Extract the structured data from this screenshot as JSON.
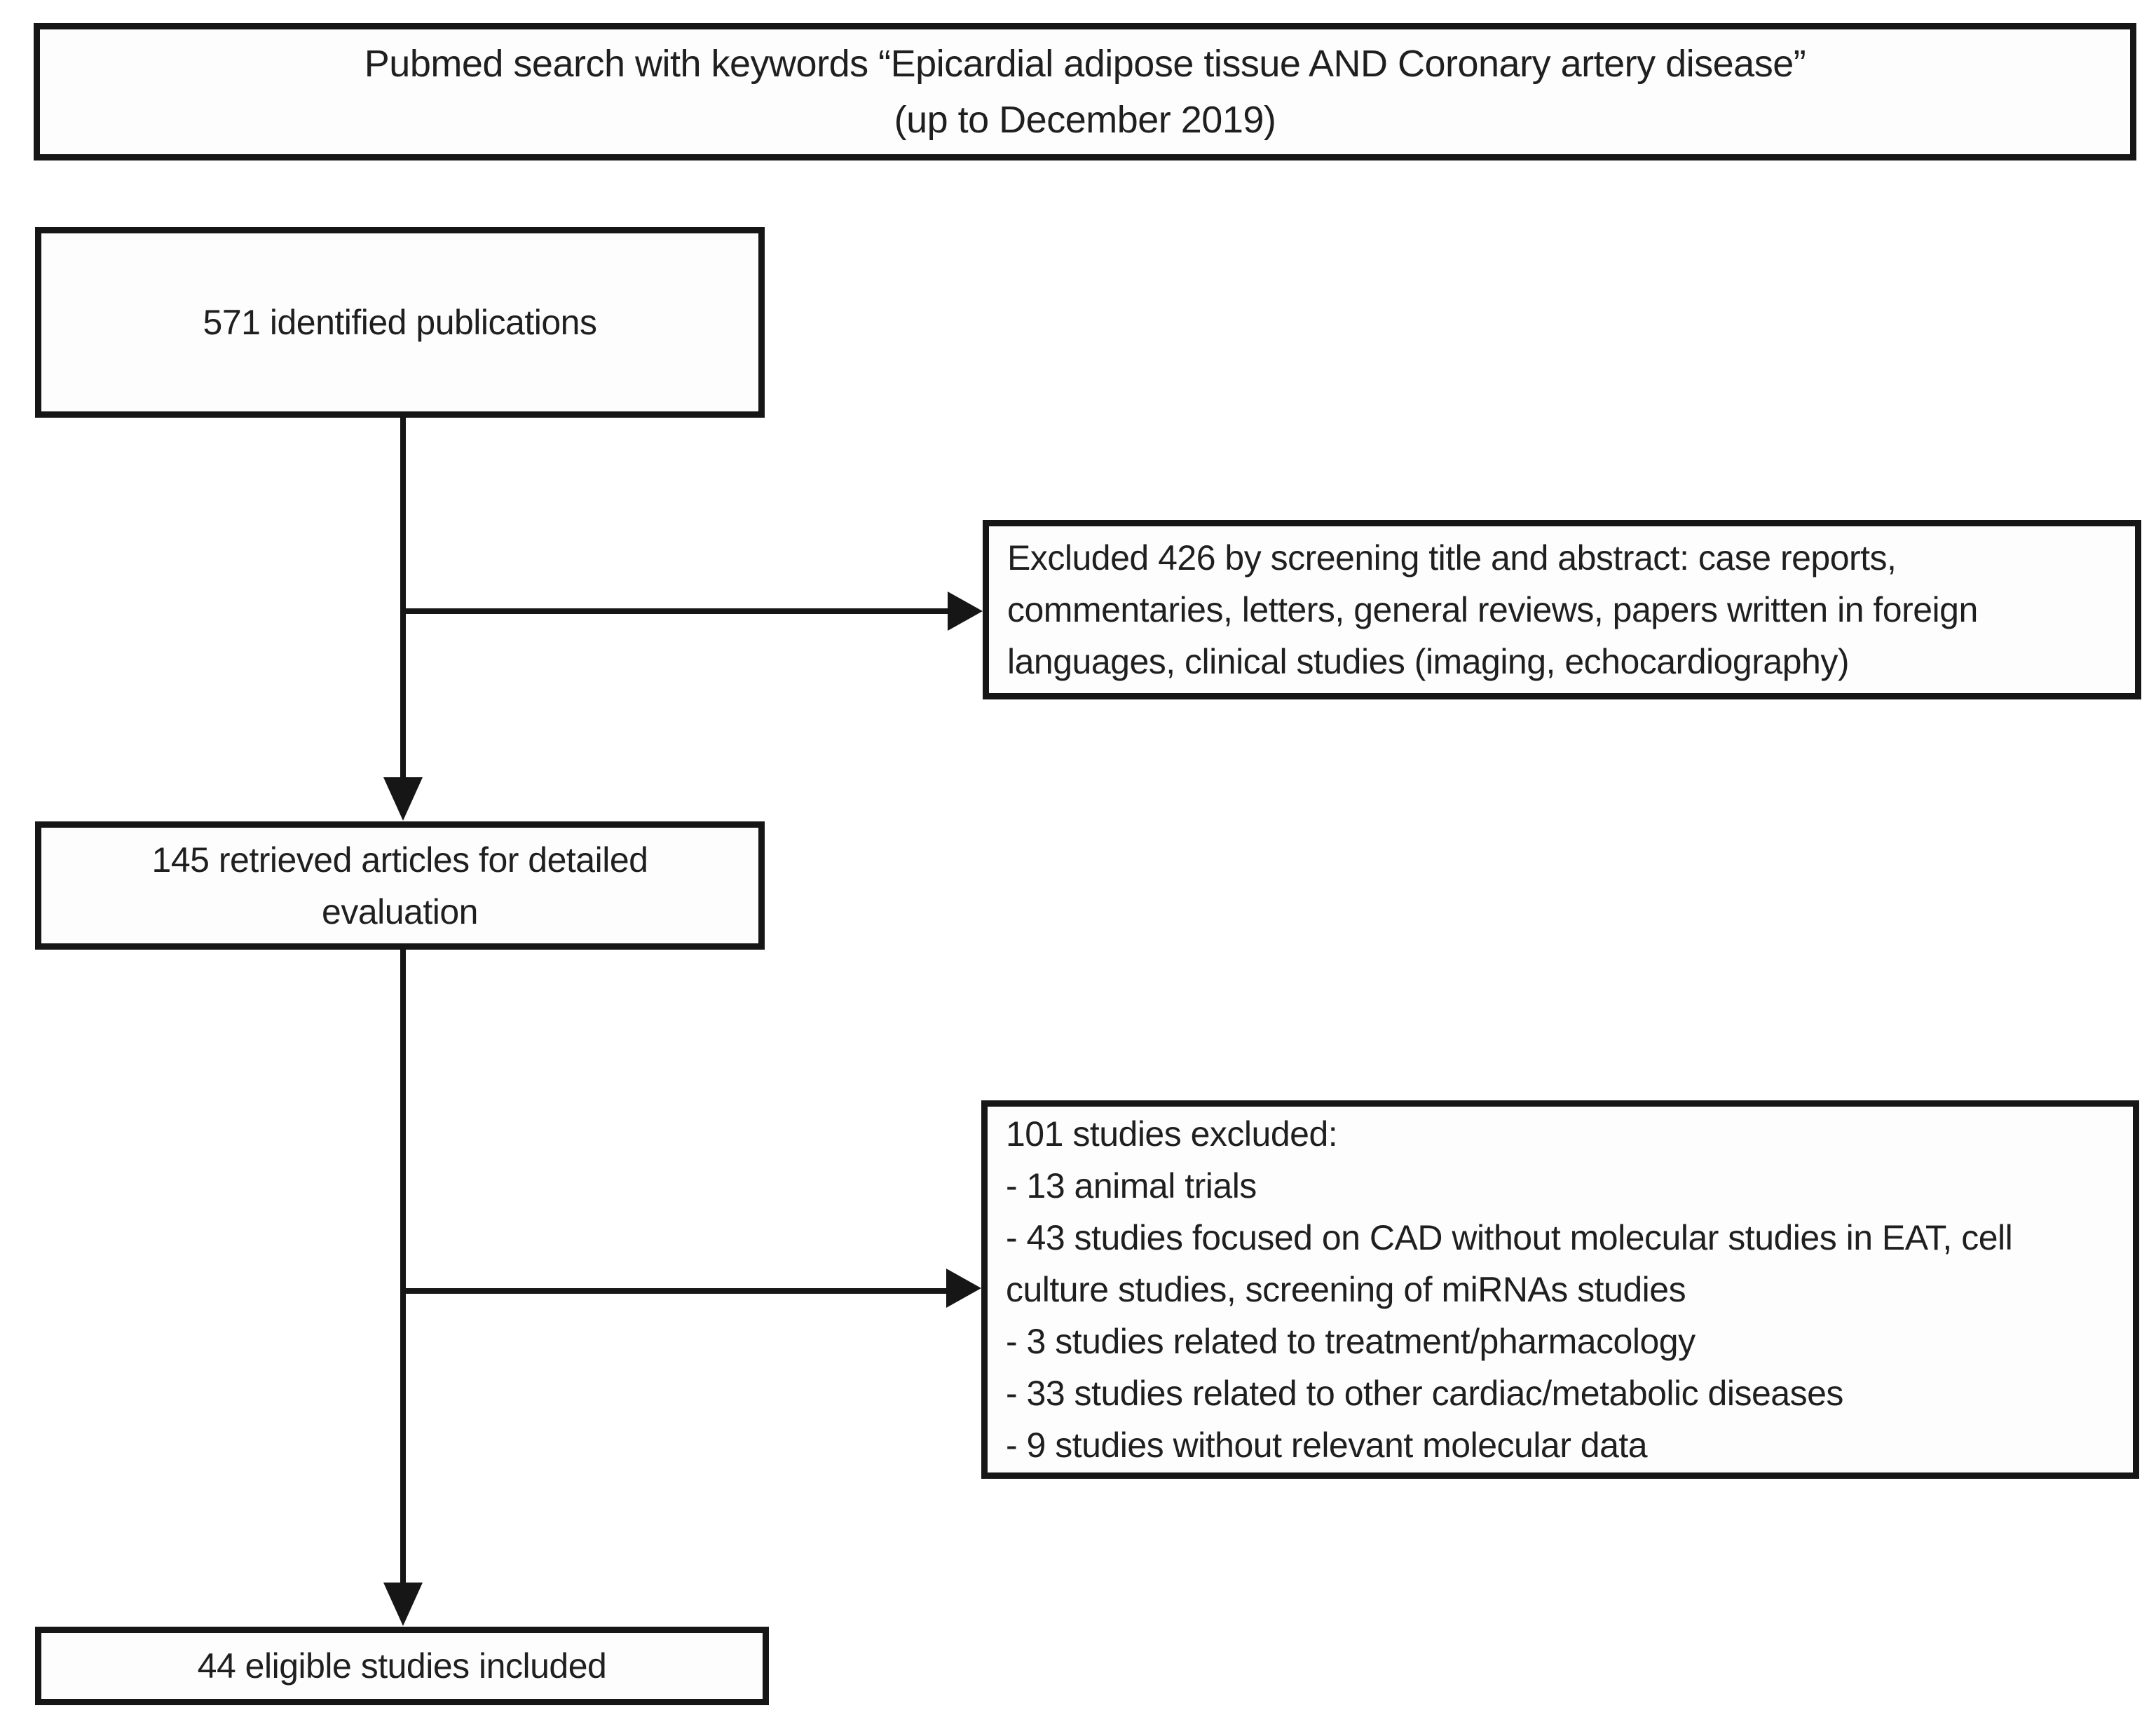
{
  "flowchart": {
    "colors": {
      "border": "#161616",
      "text": "#1f1f1f",
      "background": "#ffffff"
    },
    "title_box": {
      "lines": [
        "Pubmed search with keywords “Epicardial adipose tissue AND Coronary artery disease”",
        "(up to December 2019)"
      ]
    },
    "identified_box": {
      "text": "571 identified publications"
    },
    "excluded_screening_box": {
      "lines": [
        "Excluded 426 by screening title and abstract: case reports,",
        "commentaries, letters, general reviews, papers written in foreign",
        "languages, clinical studies (imaging, echocardiography)"
      ]
    },
    "retrieved_box": {
      "lines": [
        "145 retrieved articles for detailed",
        "evaluation"
      ]
    },
    "excluded_detailed_box": {
      "lines": [
        "101 studies excluded:",
        "- 13 animal trials",
        "- 43 studies focused on CAD without molecular studies in EAT, cell",
        "culture studies, screening of miRNAs studies",
        "- 3 studies related to treatment/pharmacology",
        "- 33 studies related to other cardiac/metabolic diseases",
        "- 9 studies without relevant molecular data"
      ]
    },
    "included_box": {
      "text": "44 eligible studies included"
    }
  }
}
